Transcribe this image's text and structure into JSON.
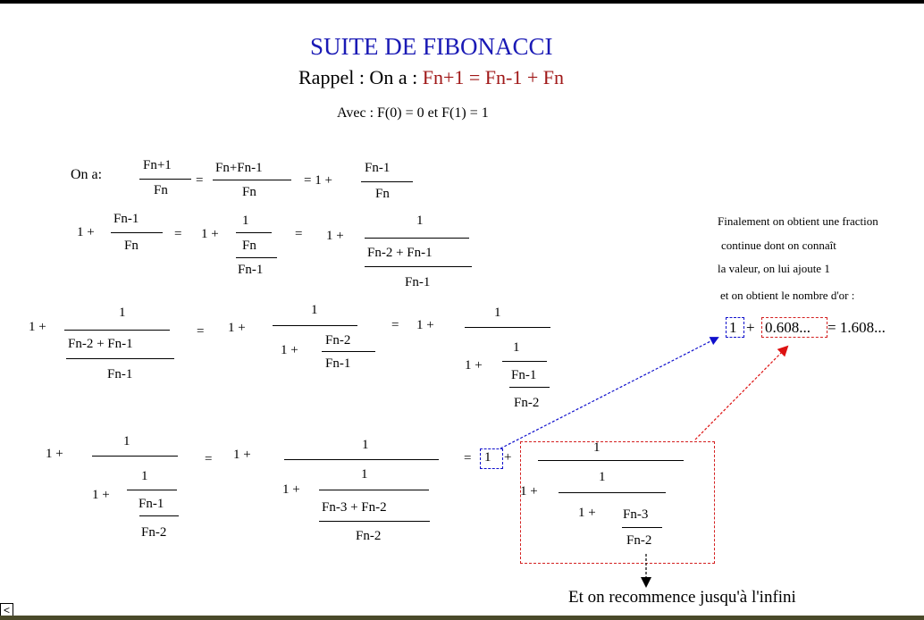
{
  "title": "SUITE DE FIBONACCI",
  "rappel": {
    "prefix": "Rappel : On a :",
    "formula": "Fn+1 = Fn-1 + Fn"
  },
  "initial": "Avec : F(0) = 0 et F(1) = 1",
  "on_a": "On a:",
  "sym": {
    "eq": "=",
    "one_plus": "1 +",
    "one": "1",
    "plus": "+",
    "eq1plus": "= 1 +",
    "eq_one": "= 1",
    "ellipsis": "..."
  },
  "terms": {
    "fn1": "Fn+1",
    "fn": "Fn",
    "fnfn1": "Fn+Fn-1",
    "fnm1": "Fn-1",
    "sum21": "Fn-2 + Fn-1",
    "fnm2": "Fn-2",
    "sum32": "Fn-3 + Fn-2",
    "fnm3": "Fn-3"
  },
  "note": [
    "Finalement on obtient une fraction",
    "continue dont on connaît",
    "la valeur, on lui ajoute 1",
    "et on obtient le nombre d'or :"
  ],
  "result": {
    "one": "1",
    "plus": "+",
    "value": "0.608...",
    "equals": "= 1.608..."
  },
  "footer": "Et on recommence jusqu'à l'infini",
  "corner_label": "<",
  "colors": {
    "title": "#1a1ab5",
    "formula_red": "#a01818",
    "blue_arrow": "#1010cc",
    "red_arrow": "#dd1111",
    "box_red": "#d42020"
  }
}
